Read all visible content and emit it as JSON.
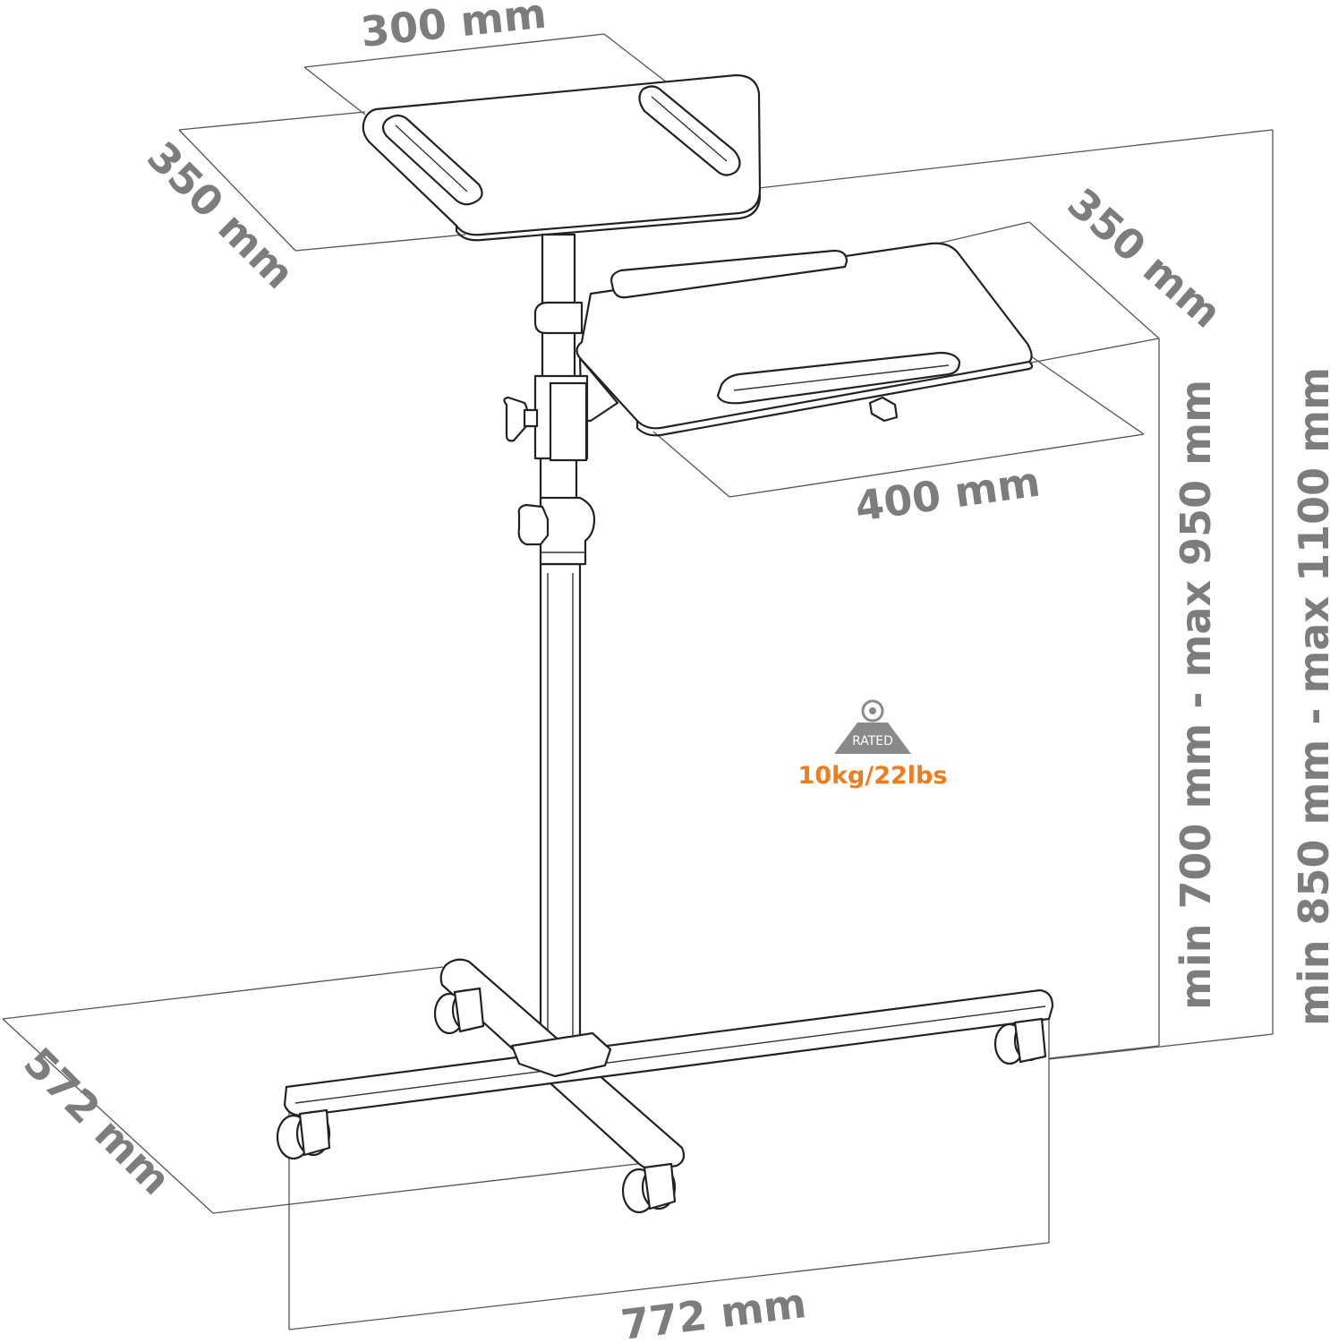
{
  "dimensions": {
    "top_tray_width": "300 mm",
    "top_tray_depth": "350 mm",
    "side_tray_depth": "350 mm",
    "side_tray_width": "400 mm",
    "height_side_tray": "min 700 mm - max 950 mm",
    "height_top_tray": "min 850 mm - max 1100 mm",
    "base_depth": "572 mm",
    "base_width": "772 mm"
  },
  "rating": {
    "label": "RATED",
    "value": "10kg/22lbs",
    "value_color": "#f07c1e",
    "badge_color": "#8a8a8a"
  },
  "colors": {
    "dimension_text": "#7d7d7d",
    "line_art": "#222222"
  }
}
